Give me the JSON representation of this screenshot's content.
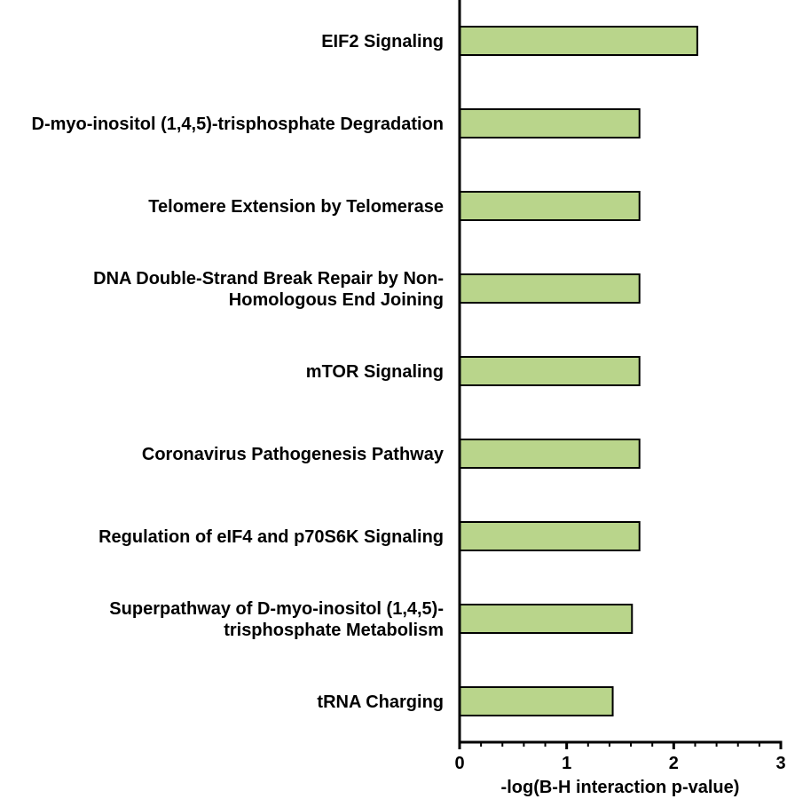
{
  "chart_data": {
    "type": "bar",
    "orientation": "horizontal",
    "categories": [
      [
        "EIF2 Signaling"
      ],
      [
        "D-myo-inositol (1,4,5)-trisphosphate Degradation"
      ],
      [
        "Telomere Extension by Telomerase"
      ],
      [
        "DNA Double-Strand Break Repair by Non-",
        "Homologous End Joining"
      ],
      [
        "mTOR Signaling"
      ],
      [
        "Coronavirus Pathogenesis Pathway"
      ],
      [
        "Regulation of eIF4 and p70S6K Signaling"
      ],
      [
        "Superpathway of D-myo-inositol (1,4,5)-",
        "trisphosphate Metabolism"
      ],
      [
        "tRNA Charging"
      ]
    ],
    "values": [
      2.22,
      1.68,
      1.68,
      1.68,
      1.68,
      1.68,
      1.68,
      1.61,
      1.43
    ],
    "xlabel": "-log(B-H interaction p-value)",
    "ylabel": "",
    "xlim": [
      0,
      3
    ],
    "xticks": [
      "0",
      "1",
      "2",
      "3"
    ],
    "minor_ticks_per_major": 5,
    "grid": false,
    "bar_color": "#b9d58b",
    "bar_edge_color": "#000000"
  }
}
